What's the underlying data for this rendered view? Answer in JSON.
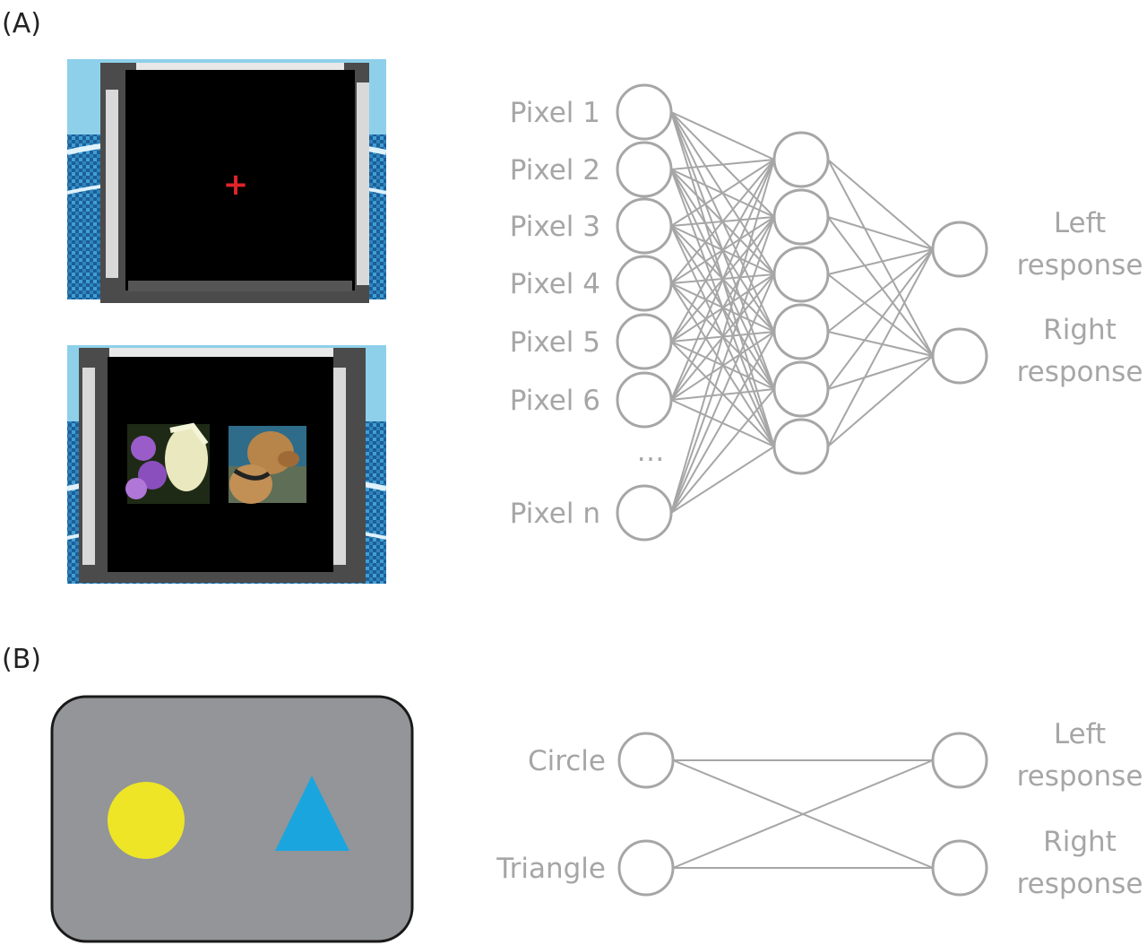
{
  "panel_a": {
    "label": "(A)",
    "inputs": [
      "Pixel 1",
      "Pixel 2",
      "Pixel 3",
      "Pixel 4",
      "Pixel 5",
      "Pixel 6",
      "Pixel n"
    ],
    "ellipsis": "…",
    "hidden_units": 6,
    "outputs": [
      {
        "line1": "Left",
        "line2": "response"
      },
      {
        "line1": "Right",
        "line2": "response"
      }
    ],
    "fixation_symbol": "+",
    "colors": {
      "fixation": "#e0242a",
      "room": "#3c8fc2",
      "screen": "#000000"
    }
  },
  "panel_b": {
    "label": "(B)",
    "inputs": [
      "Circle",
      "Triangle"
    ],
    "outputs": [
      {
        "line1": "Left",
        "line2": "response"
      },
      {
        "line1": "Right",
        "line2": "response"
      }
    ],
    "colors": {
      "background": "#939598",
      "circle": "#ede526",
      "triangle": "#1ba5de"
    }
  }
}
